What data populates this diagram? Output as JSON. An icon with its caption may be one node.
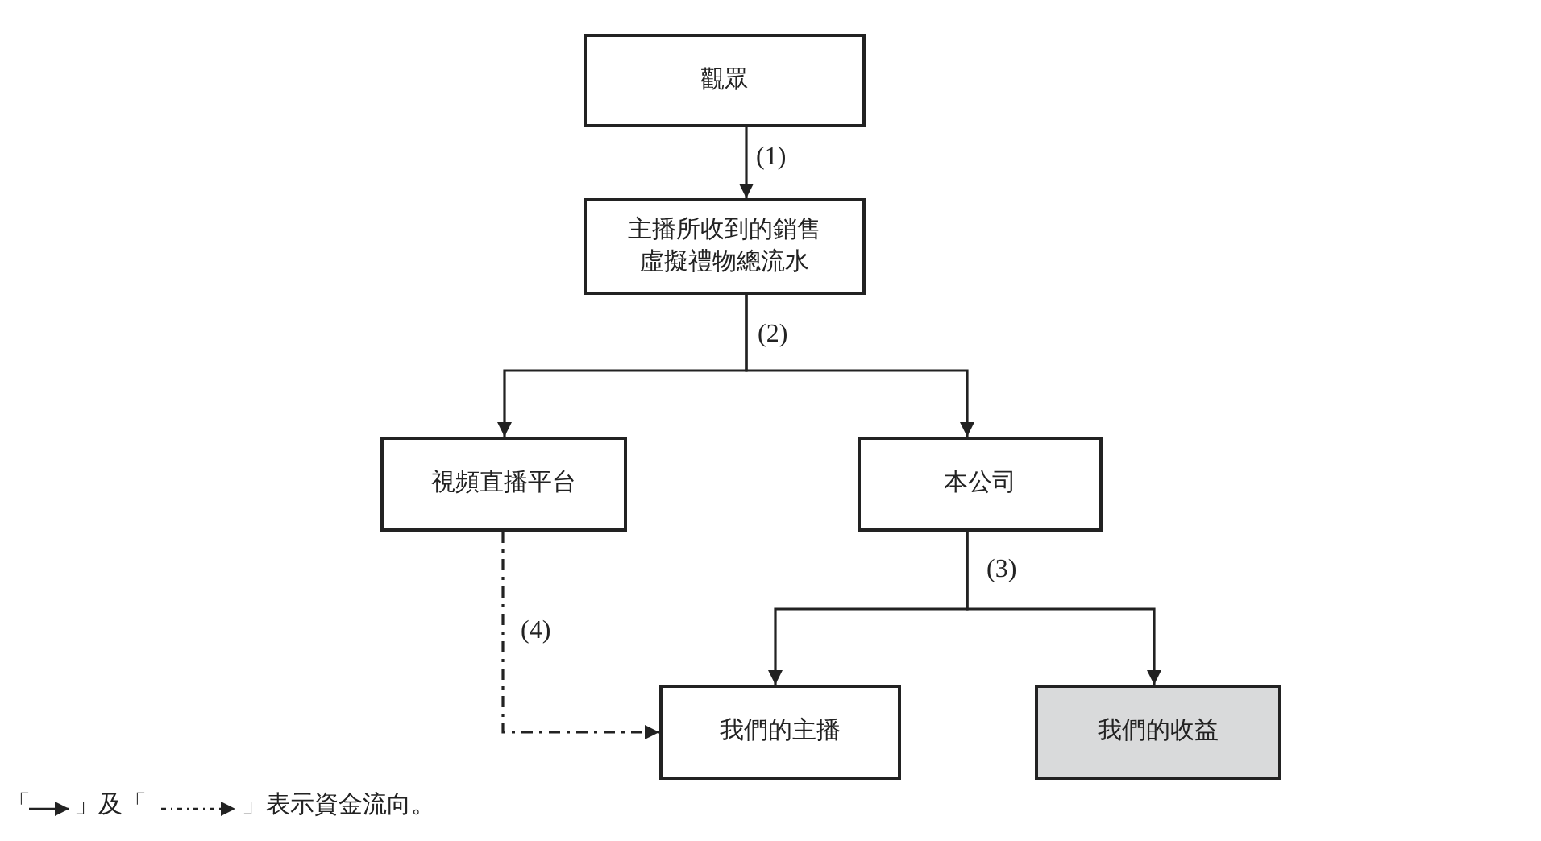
{
  "diagram": {
    "nodes": [
      {
        "text": [
          "觀眾"
        ]
      },
      {
        "text": [
          "主播所收到的銷售虛擬禮物總流水"
        ]
      },
      {
        "text": [
          "視頻直播平台"
        ]
      },
      {
        "text": [
          "本公司"
        ]
      },
      {
        "text": [
          "我們的主播"
        ]
      },
      {
        "text": [
          "我們的收益"
        ]
      }
    ],
    "edges": [
      {
        "from": 0,
        "to": 1,
        "arrow": "to",
        "label": "(1)"
      },
      {
        "from": 1,
        "to": 2,
        "arrow": "to",
        "label": "(2)"
      },
      {
        "from": 1,
        "to": 3,
        "arrow": "to"
      },
      {
        "from": 3,
        "to": 4,
        "arrow": "to",
        "label": "(3)"
      },
      {
        "from": 3,
        "to": 5,
        "arrow": "to"
      },
      {
        "from": 2,
        "to": 4,
        "arrow": "to",
        "label": "(4)",
        "style": "dashed"
      }
    ],
    "labels": [
      "「",
      "」及「",
      "」表示資金流向。"
    ]
  }
}
